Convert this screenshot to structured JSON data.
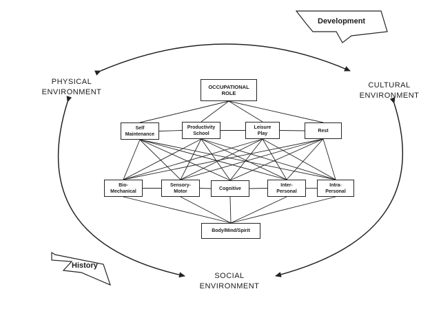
{
  "environments": {
    "physical": [
      "PHYSICAL",
      "ENVIRONMENT"
    ],
    "cultural": [
      "CULTURAL",
      "ENVIRONMENT"
    ],
    "social": [
      "SOCIAL",
      "ENVIRONMENT"
    ]
  },
  "flags": {
    "development": "Development",
    "history": "History"
  },
  "nodes": {
    "occupational_role": [
      "OCCUPATIONAL",
      "ROLE"
    ],
    "self_maintenance": [
      "Self",
      "Maintenance"
    ],
    "productivity_school": [
      "Productivity",
      "School"
    ],
    "leisure_play": [
      "Leisure",
      "Play"
    ],
    "rest": [
      "Rest"
    ],
    "bio_mechanical": [
      "Bio-",
      "Mechanical"
    ],
    "sensory_motor": [
      "Sensory-",
      "Motor"
    ],
    "cognitive": [
      "Cognitive"
    ],
    "inter_personal": [
      "Inter-",
      "Personal"
    ],
    "intra_personal": [
      "Intra-",
      "Personal"
    ],
    "body_mind_spirit": [
      "Body/Mind/Spirit"
    ]
  }
}
